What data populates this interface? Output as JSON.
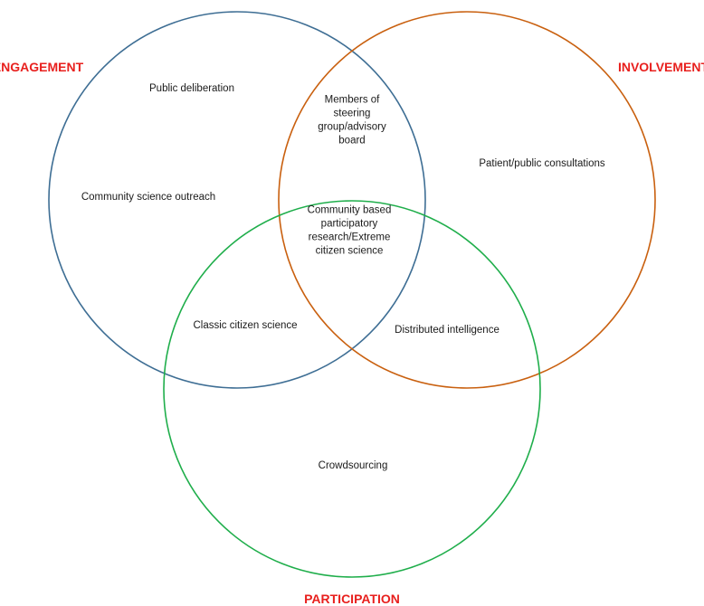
{
  "diagram": {
    "type": "venn",
    "title_color": "#e8201e",
    "sets": [
      {
        "id": "engagement",
        "label": "ENGAGEMENT",
        "color": "#3e6e94"
      },
      {
        "id": "involvement",
        "label": "INVOLVEMENT",
        "color": "#c9600f"
      },
      {
        "id": "participation",
        "label": "PARTICIPATION",
        "color": "#1fae4b"
      }
    ],
    "regions": [
      {
        "id": "engagement-only-1",
        "sets": [
          "engagement"
        ],
        "lines": [
          "Public deliberation"
        ]
      },
      {
        "id": "engagement-only-2",
        "sets": [
          "engagement"
        ],
        "lines": [
          "Community science outreach"
        ]
      },
      {
        "id": "involvement-only",
        "sets": [
          "involvement"
        ],
        "lines": [
          "Patient/public consultations"
        ]
      },
      {
        "id": "participation-only",
        "sets": [
          "participation"
        ],
        "lines": [
          "Crowdsourcing"
        ]
      },
      {
        "id": "engagement-involvement",
        "sets": [
          "engagement",
          "involvement"
        ],
        "lines": [
          "Members of",
          "steering",
          "group/advisory",
          "board"
        ]
      },
      {
        "id": "engagement-participation",
        "sets": [
          "engagement",
          "participation"
        ],
        "lines": [
          "Classic citizen science"
        ]
      },
      {
        "id": "involvement-participation",
        "sets": [
          "involvement",
          "participation"
        ],
        "lines": [
          "Distributed intelligence"
        ]
      },
      {
        "id": "all-three",
        "sets": [
          "engagement",
          "involvement",
          "participation"
        ],
        "lines": [
          "Community based",
          "participatory",
          "research/Extreme",
          "citizen science"
        ]
      }
    ]
  }
}
